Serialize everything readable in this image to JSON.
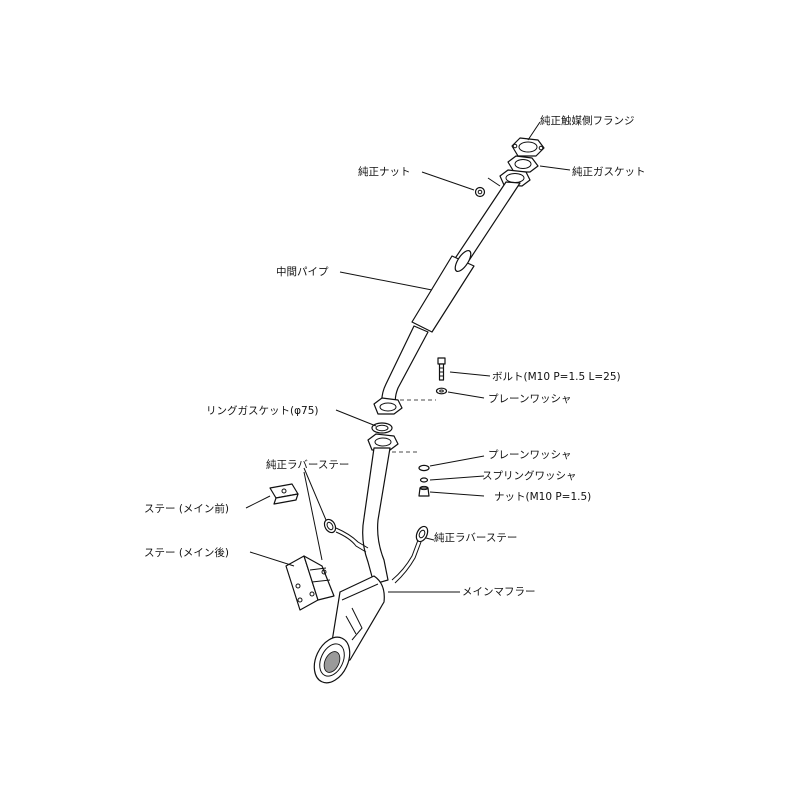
{
  "diagram": {
    "labels": {
      "oem_catalyst_flange": "純正触媒側フランジ",
      "oem_gasket": "純正ガスケット",
      "oem_nut": "純正ナット",
      "center_pipe": "中間パイプ",
      "bolt": "ボルト(M10 P=1.5 L=25)",
      "plain_washer_1": "プレーンワッシャ",
      "ring_gasket": "リングガスケット(φ75)",
      "plain_washer_2": "プレーンワッシャ",
      "spring_washer": "スプリングワッシャ",
      "nut": "ナット(M10 P=1.5)",
      "oem_rubber_stay_left": "純正ラバーステー",
      "stay_main_front": "ステー (メイン前)",
      "oem_rubber_stay_right": "純正ラバーステー",
      "stay_main_rear": "ステー (メイン後)",
      "main_muffler": "メインマフラー"
    }
  }
}
